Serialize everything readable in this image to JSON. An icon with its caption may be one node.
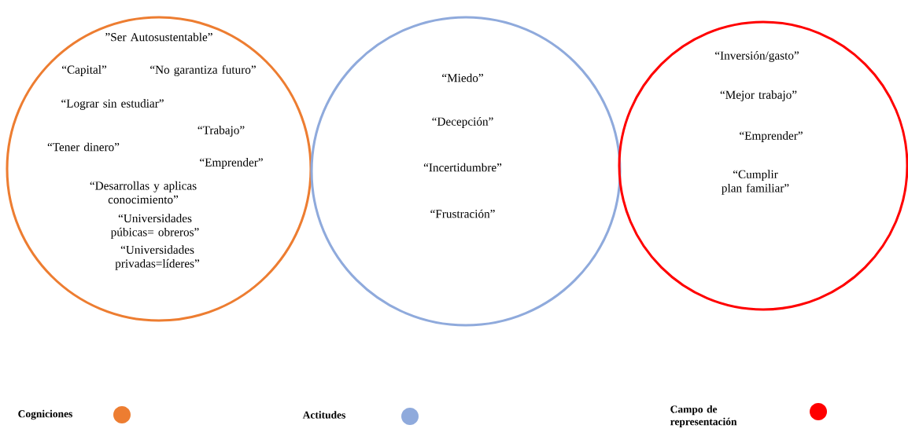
{
  "diagram": {
    "nodes": [
      {
        "text": [
          "”Ser Autosustentable”",
          "“Capital”",
          "“No garantiza futuro”",
          "“Lograr sin estudiar”",
          "“Trabajo”",
          "“Tener dinero”",
          "“Emprender”",
          "“Desarrollas y aplicas conocimiento”",
          "“Universidades púbicas= obreros”",
          "“Universidades privadas=líderes”"
        ]
      },
      {
        "text": [
          "“Miedo”",
          "“Decepción”",
          "“Incertidumbre”",
          "“Frustración”"
        ]
      },
      {
        "text": [
          "“Inversión/gasto”",
          "“Mejor trabajo”",
          "“Emprender”",
          "“Cumplir plan familiar”"
        ]
      }
    ],
    "legend": [
      {
        "text": "Cogniciones",
        "color": "#ed7d31"
      },
      {
        "text": "Actitudes",
        "color": "#8faadc"
      },
      {
        "text": "Campo de representación",
        "color": "#ff0000"
      }
    ]
  }
}
